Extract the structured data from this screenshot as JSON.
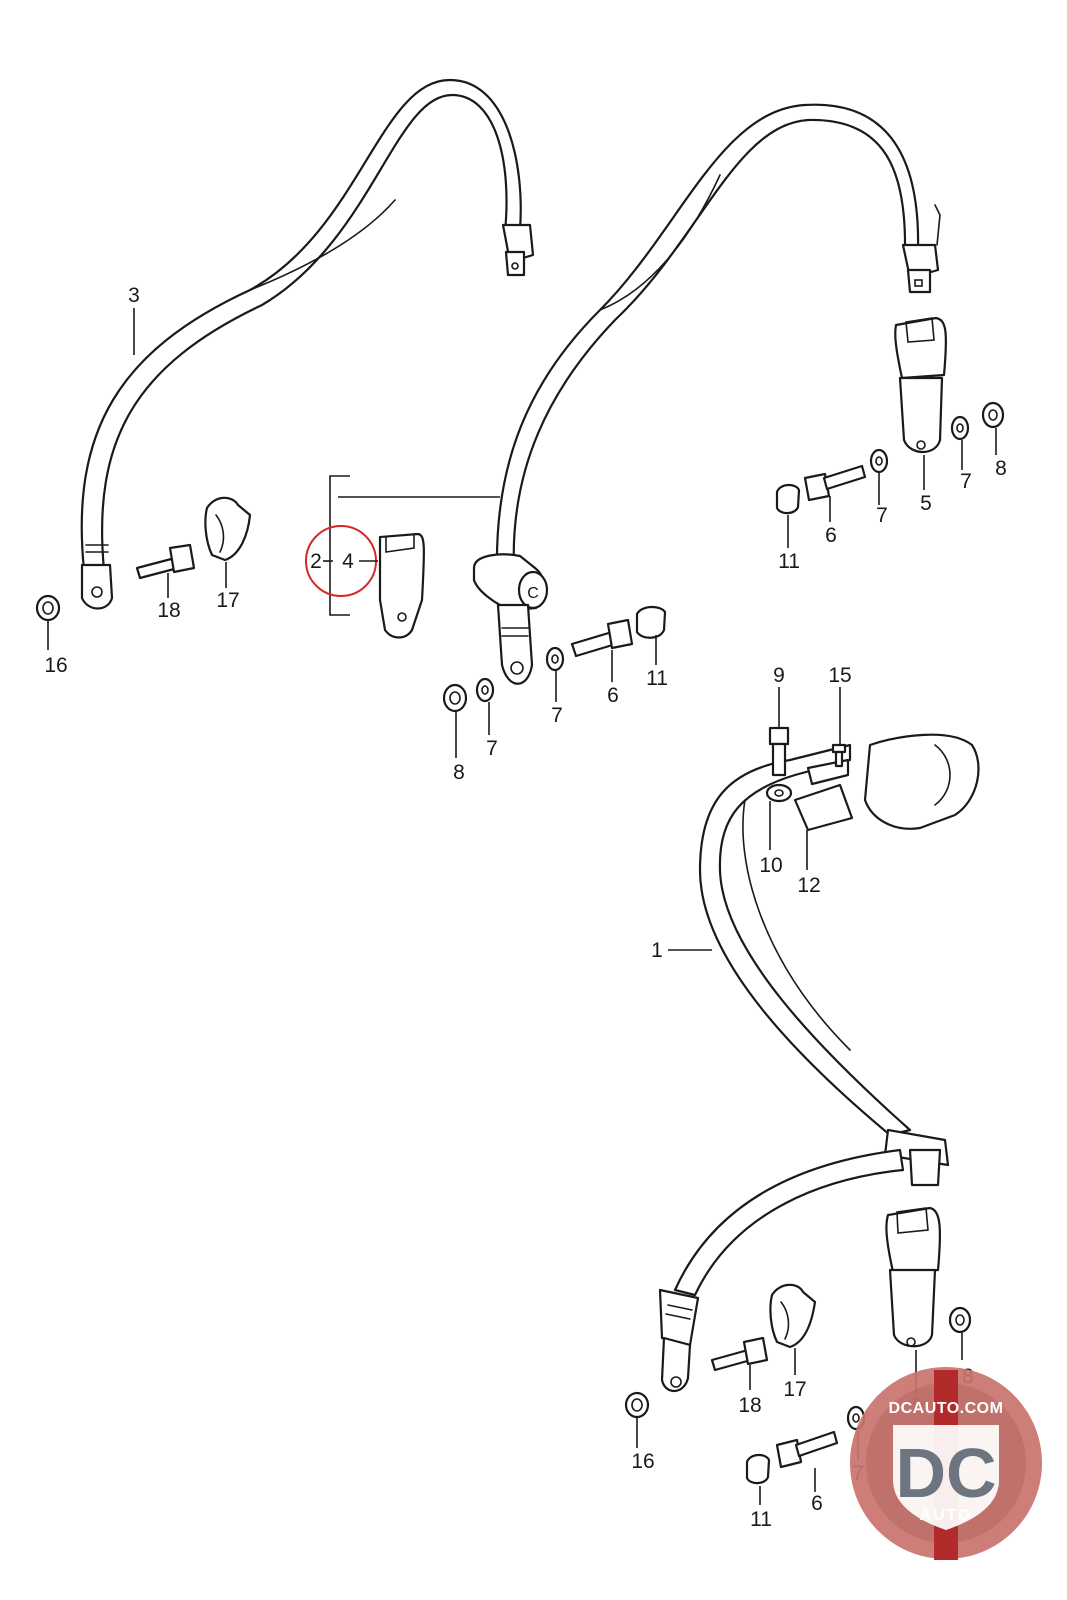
{
  "labels": {
    "p1": "1",
    "p2": "2",
    "p3": "3",
    "p4": "4",
    "p5a": "5",
    "p5b": "5",
    "p6a": "6",
    "p6b": "6",
    "p6c": "6",
    "p7a": "7",
    "p7b": "7",
    "p7c": "7",
    "p7d": "7",
    "p7e": "7",
    "p8a": "8",
    "p8b": "8",
    "p8c": "8",
    "p9": "9",
    "p10": "10",
    "p11a": "11",
    "p11b": "11",
    "p11c": "11",
    "p12": "12",
    "p15": "15",
    "p16a": "16",
    "p16b": "16",
    "p17a": "17",
    "p17b": "17",
    "p18a": "18",
    "p18b": "18"
  },
  "watermark": {
    "url": "DCAUTO.COM",
    "mark": "DC",
    "sub": "AUTO",
    "colors": {
      "ring": "#c9736e",
      "bar": "#b22a2a",
      "letters": "#6d7680"
    }
  },
  "highlight_color": "#d62828"
}
